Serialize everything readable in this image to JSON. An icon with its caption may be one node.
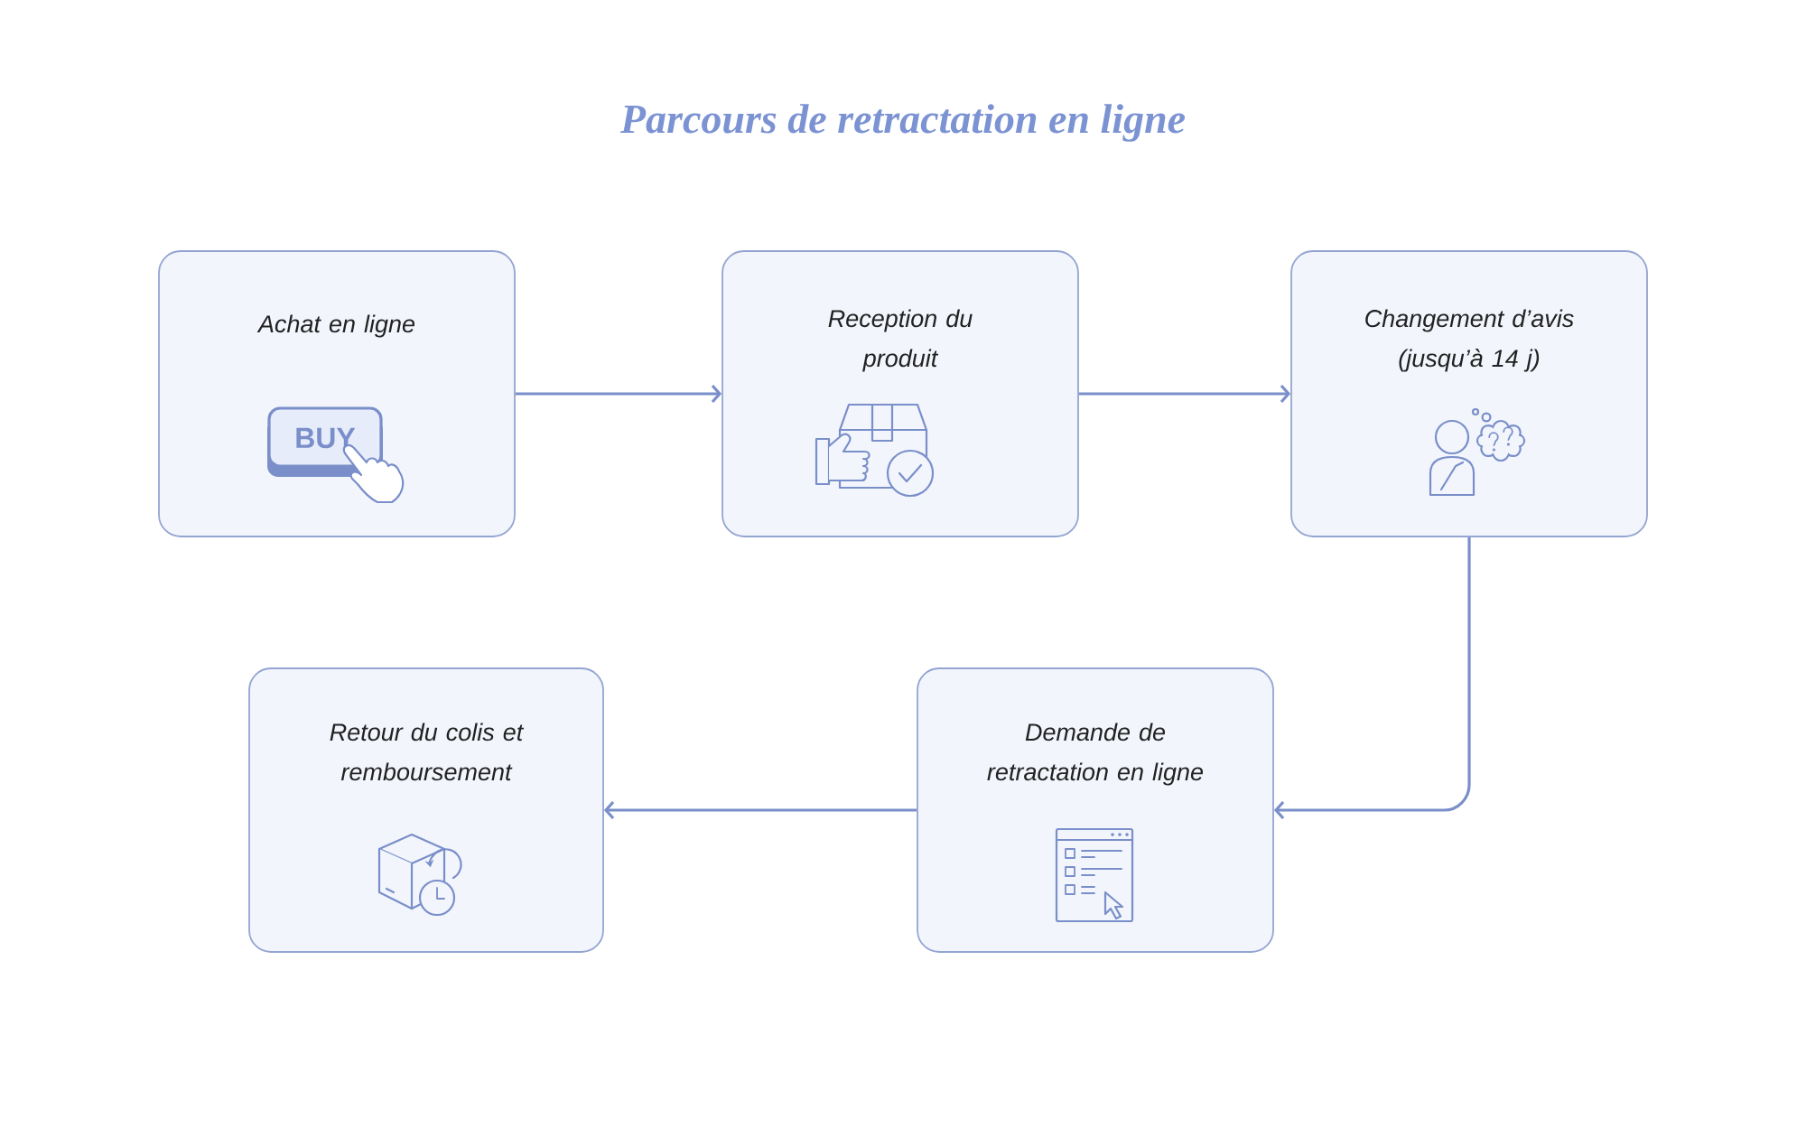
{
  "diagram": {
    "title": "Parcours de retractation en ligne",
    "nodes": [
      {
        "text": [
          "Achat en ligne",
          "BUY"
        ]
      },
      {
        "text": [
          "Reception du produit"
        ]
      },
      {
        "text": [
          "Changement d’avis (jusqu’à 14 j)"
        ]
      },
      {
        "text": [
          "Demande de retractation en ligne"
        ]
      },
      {
        "text": [
          "Retour du colis et remboursement"
        ]
      }
    ],
    "edges": [
      {
        "from": 0,
        "to": 1,
        "arrow": "to"
      },
      {
        "from": 1,
        "to": 2,
        "arrow": "to"
      },
      {
        "from": 2,
        "to": 3,
        "arrow": "to"
      },
      {
        "from": 3,
        "to": 4,
        "arrow": "to"
      }
    ]
  }
}
